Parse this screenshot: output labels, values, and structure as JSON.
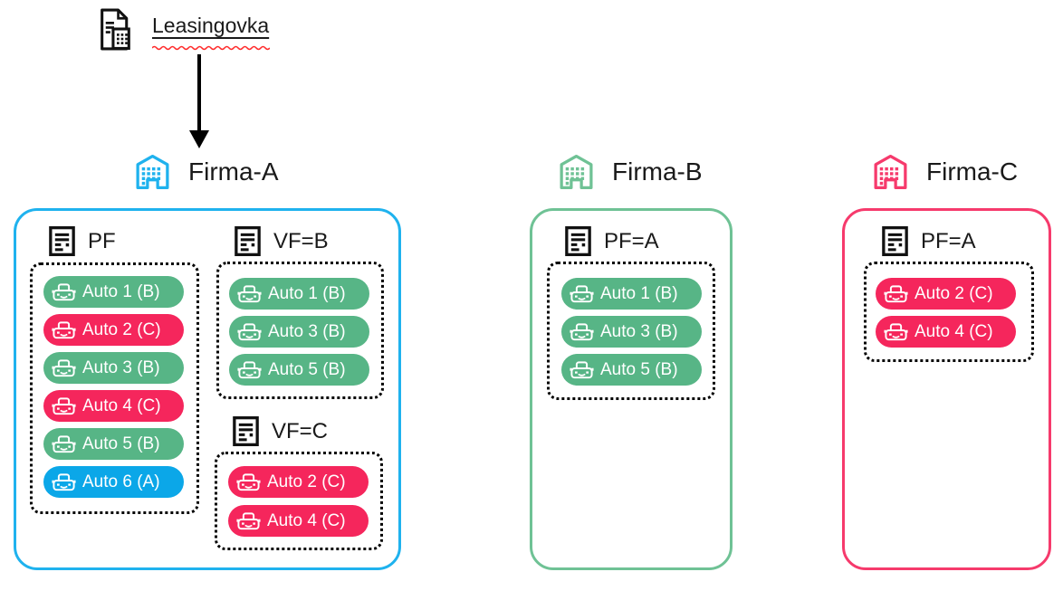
{
  "source": {
    "label": "Leasingovka"
  },
  "palette": {
    "accent_firma_a": "#1FB2EE",
    "accent_firma_b": "#6FC295",
    "accent_firma_c": "#F63A6C",
    "pill_green": "#57B586",
    "pill_pink": "#F5265C",
    "pill_blue": "#0BA7E8",
    "spellcheck_red": "#FF2A2A",
    "text": "#1a1a1a"
  },
  "firms": [
    {
      "name": "Firma-A",
      "sections": [
        {
          "label": "PF",
          "autos": [
            {
              "label": "Auto 1 (B)",
              "variant": "green"
            },
            {
              "label": "Auto 2 (C)",
              "variant": "pink"
            },
            {
              "label": "Auto 3 (B)",
              "variant": "green"
            },
            {
              "label": "Auto 4 (C)",
              "variant": "pink"
            },
            {
              "label": "Auto 5 (B)",
              "variant": "green"
            },
            {
              "label": "Auto 6 (A)",
              "variant": "blue"
            }
          ]
        },
        {
          "label": "VF=B",
          "autos": [
            {
              "label": "Auto 1 (B)",
              "variant": "green"
            },
            {
              "label": "Auto 3 (B)",
              "variant": "green"
            },
            {
              "label": "Auto 5 (B)",
              "variant": "green"
            }
          ]
        },
        {
          "label": "VF=C",
          "autos": [
            {
              "label": "Auto 2 (C)",
              "variant": "pink"
            },
            {
              "label": "Auto 4 (C)",
              "variant": "pink"
            }
          ]
        }
      ]
    },
    {
      "name": "Firma-B",
      "sections": [
        {
          "label": "PF=A",
          "autos": [
            {
              "label": "Auto 1 (B)",
              "variant": "green"
            },
            {
              "label": "Auto 3 (B)",
              "variant": "green"
            },
            {
              "label": "Auto 5 (B)",
              "variant": "green"
            }
          ]
        }
      ]
    },
    {
      "name": "Firma-C",
      "sections": [
        {
          "label": "PF=A",
          "autos": [
            {
              "label": "Auto 2 (C)",
              "variant": "pink"
            },
            {
              "label": "Auto 4 (C)",
              "variant": "pink"
            }
          ]
        }
      ]
    }
  ]
}
